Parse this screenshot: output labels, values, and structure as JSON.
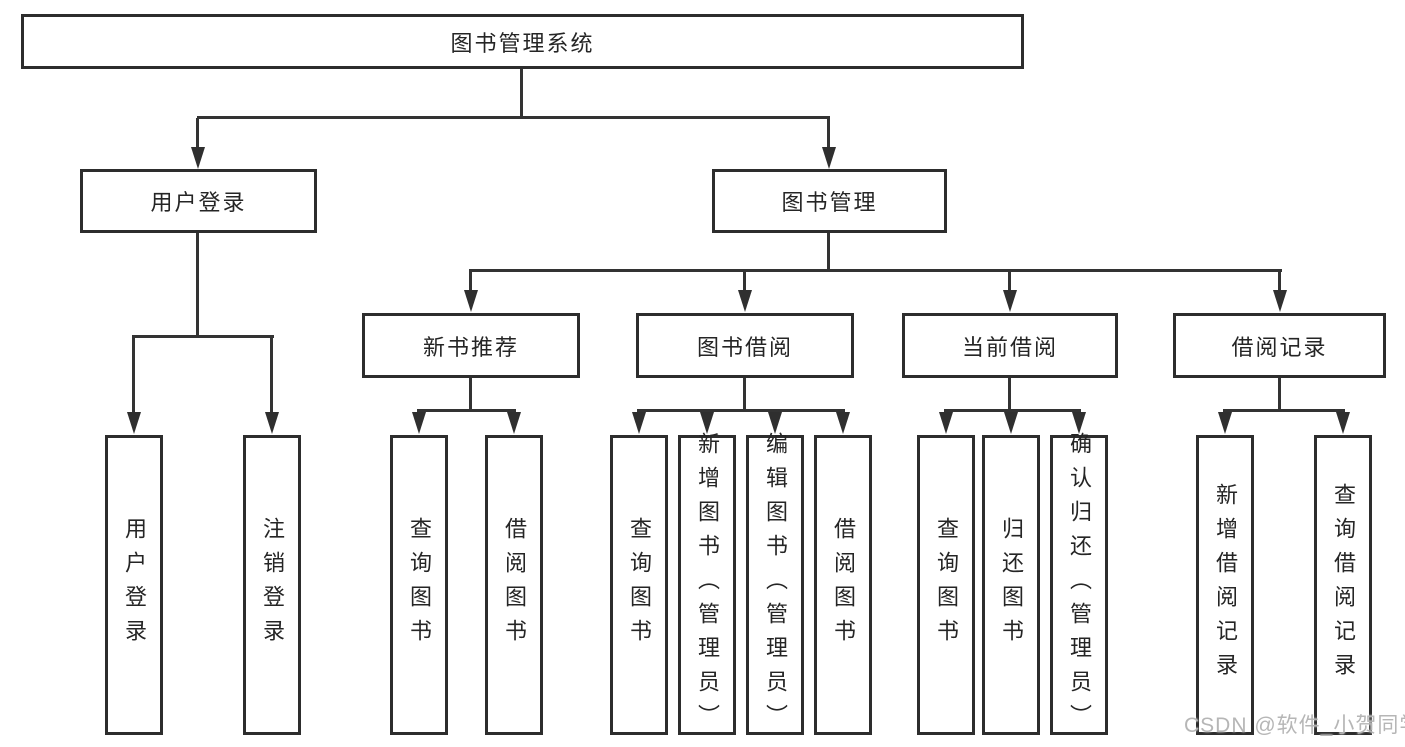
{
  "diagram": {
    "root": {
      "label": "图书管理系统"
    },
    "branches": {
      "user": {
        "label": "用户登录",
        "children": [
          "用户登录",
          "注销登录"
        ]
      },
      "management": {
        "label": "图书管理",
        "modules": [
          {
            "label": "新书推荐",
            "children": [
              "查询图书",
              "借阅图书"
            ]
          },
          {
            "label": "图书借阅",
            "children": [
              "查询图书",
              "新增图书（管理员）",
              "编辑图书（管理员）",
              "借阅图书"
            ]
          },
          {
            "label": "当前借阅",
            "children": [
              "查询图书",
              "归还图书",
              "确认归还（管理员）"
            ]
          },
          {
            "label": "借阅记录",
            "children": [
              "新增借阅记录",
              "查询借阅记录"
            ]
          }
        ]
      }
    },
    "colors": {
      "line": "#333333",
      "border": "#2d2d2d",
      "text": "#252525"
    }
  },
  "watermark": {
    "text": "CSDN @软件_小贺同学",
    "color": "#b2b2b2"
  }
}
